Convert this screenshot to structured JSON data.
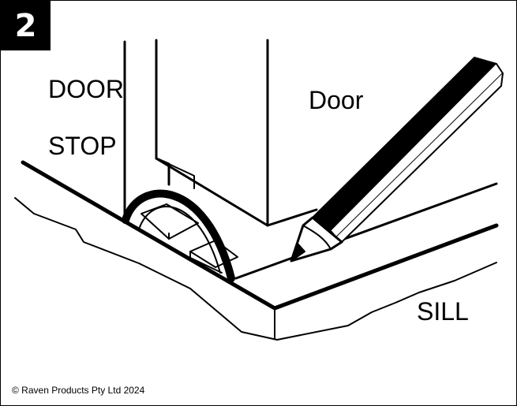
{
  "step": {
    "number": "2"
  },
  "labels": {
    "door_stop_line1": "DOOR",
    "door_stop_line2": "STOP",
    "door": "Door",
    "sill": "SILL"
  },
  "footer": {
    "copyright": "© Raven Products Pty Ltd 2024"
  },
  "colors": {
    "ink": "#000000",
    "paper": "#ffffff"
  },
  "icons": [
    "pencil-icon"
  ]
}
